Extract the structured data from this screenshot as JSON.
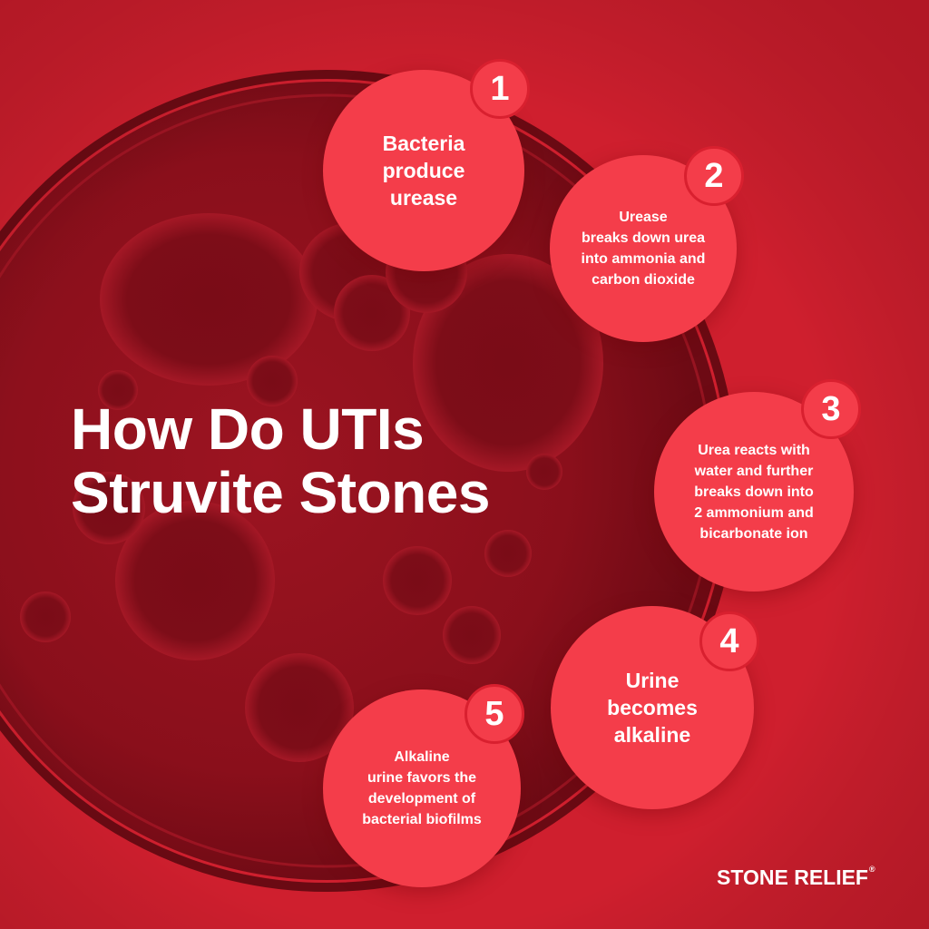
{
  "title": {
    "line1": "How Do UTIs",
    "line2": "Struvite Stones"
  },
  "steps": [
    {
      "number": "1",
      "text": "Bacteria\nproduce\nurease"
    },
    {
      "number": "2",
      "text": "Urease\nbreaks down urea\ninto ammonia and\ncarbon dioxide"
    },
    {
      "number": "3",
      "text": "Urea reacts with\nwater and further\nbreaks down into\n2 ammonium and\nbicarbonate ion"
    },
    {
      "number": "4",
      "text": "Urine\nbecomes\nalkaline"
    },
    {
      "number": "5",
      "text": "Alkaline\nurine favors the\ndevelopment of\nbacterial biofilms"
    }
  ],
  "logo": {
    "text": "STONE RELIEF",
    "mark": "®"
  },
  "colors": {
    "background": "#cf1f2e",
    "circle": "#f43d4a",
    "text": "#ffffff",
    "dish_dark": "#5e0a12"
  }
}
